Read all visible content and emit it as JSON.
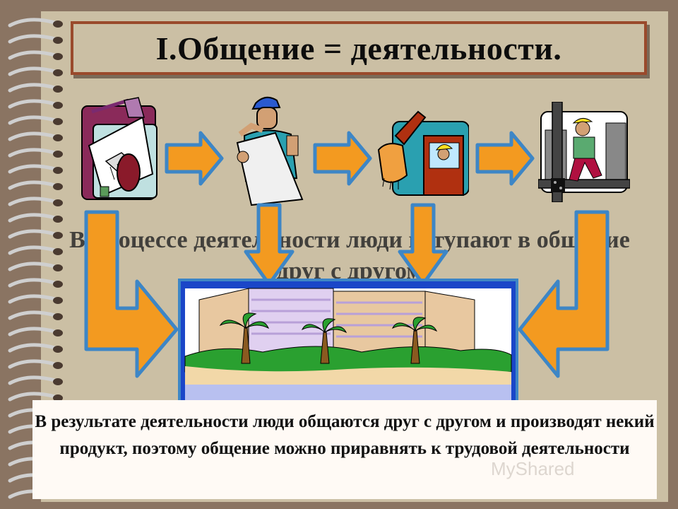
{
  "title": "I.Общение = деятельности.",
  "middle_text": "В процессе деятельности люди вступают в общение друг с другом",
  "result_text": "В результате деятельности люди общаются друг с другом и производят некий продукт, поэтому общение можно приравнять к трудовой деятельности",
  "watermark_text": "MyShared",
  "icons": [
    "drafting-plan-icon",
    "foreman-blueprint-icon",
    "excavator-icon",
    "construction-worker-icon",
    "finished-building-icon"
  ],
  "colors": {
    "arrow_fill": "#f39a20",
    "arrow_stroke": "#3d86c6",
    "title_border": "#9a4a2c",
    "paper": "#cbbfa4",
    "background": "#8a7462"
  }
}
